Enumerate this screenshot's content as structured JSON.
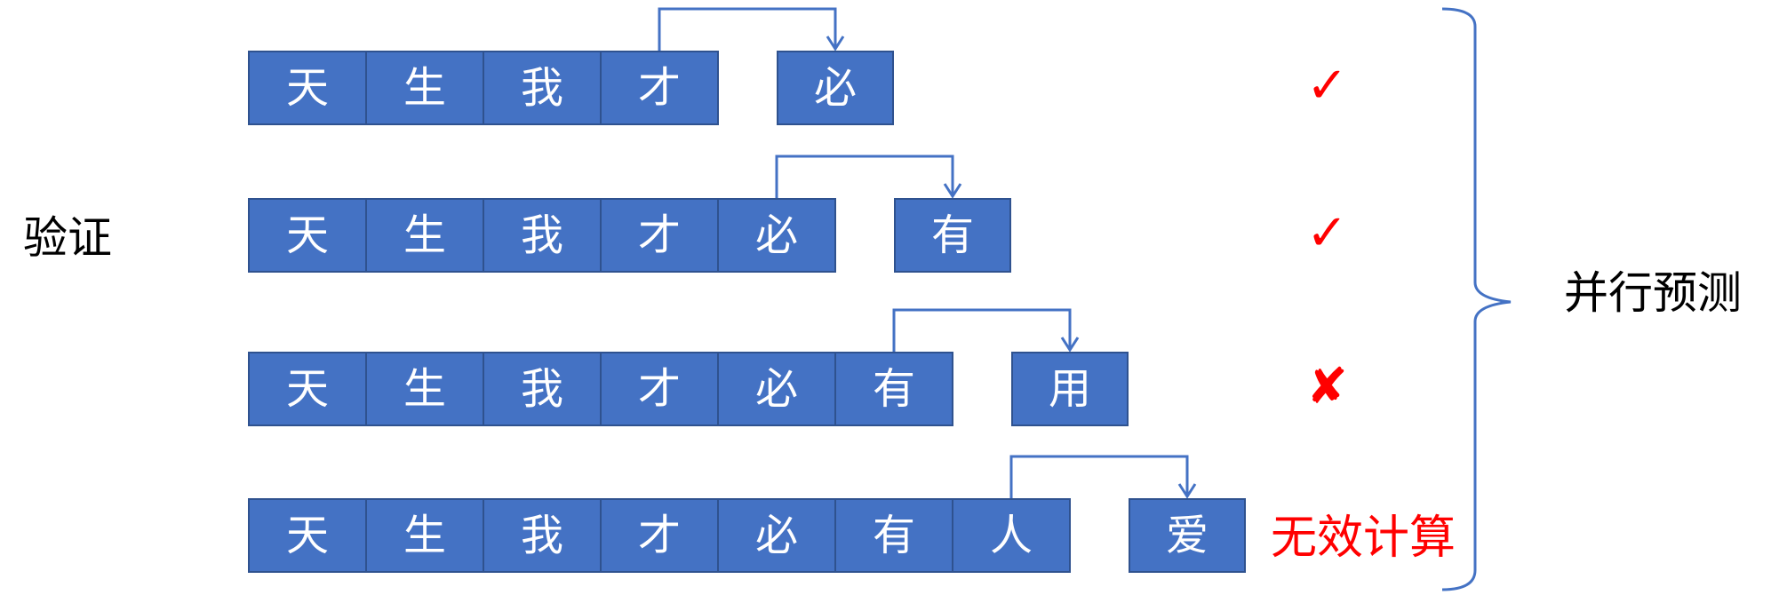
{
  "left_label": "验证",
  "right_label": "并行预测",
  "waste_label": "无效计算",
  "colors": {
    "cell": "#4472c4",
    "cell_border": "#2f528f",
    "text": "#ffffff",
    "mark": "#ff0000",
    "connector": "#4472c4"
  },
  "rows": [
    {
      "context": [
        "天",
        "生",
        "我",
        "才"
      ],
      "predicted": "必",
      "verdict": "✓",
      "verdict_icon": "check-icon"
    },
    {
      "context": [
        "天",
        "生",
        "我",
        "才",
        "必"
      ],
      "predicted": "有",
      "verdict": "✓",
      "verdict_icon": "check-icon"
    },
    {
      "context": [
        "天",
        "生",
        "我",
        "才",
        "必",
        "有"
      ],
      "predicted": "用",
      "verdict": "✘",
      "verdict_icon": "cross-icon"
    },
    {
      "context": [
        "天",
        "生",
        "我",
        "才",
        "必",
        "有",
        "人"
      ],
      "predicted": "爱",
      "verdict": "",
      "verdict_icon": ""
    }
  ]
}
